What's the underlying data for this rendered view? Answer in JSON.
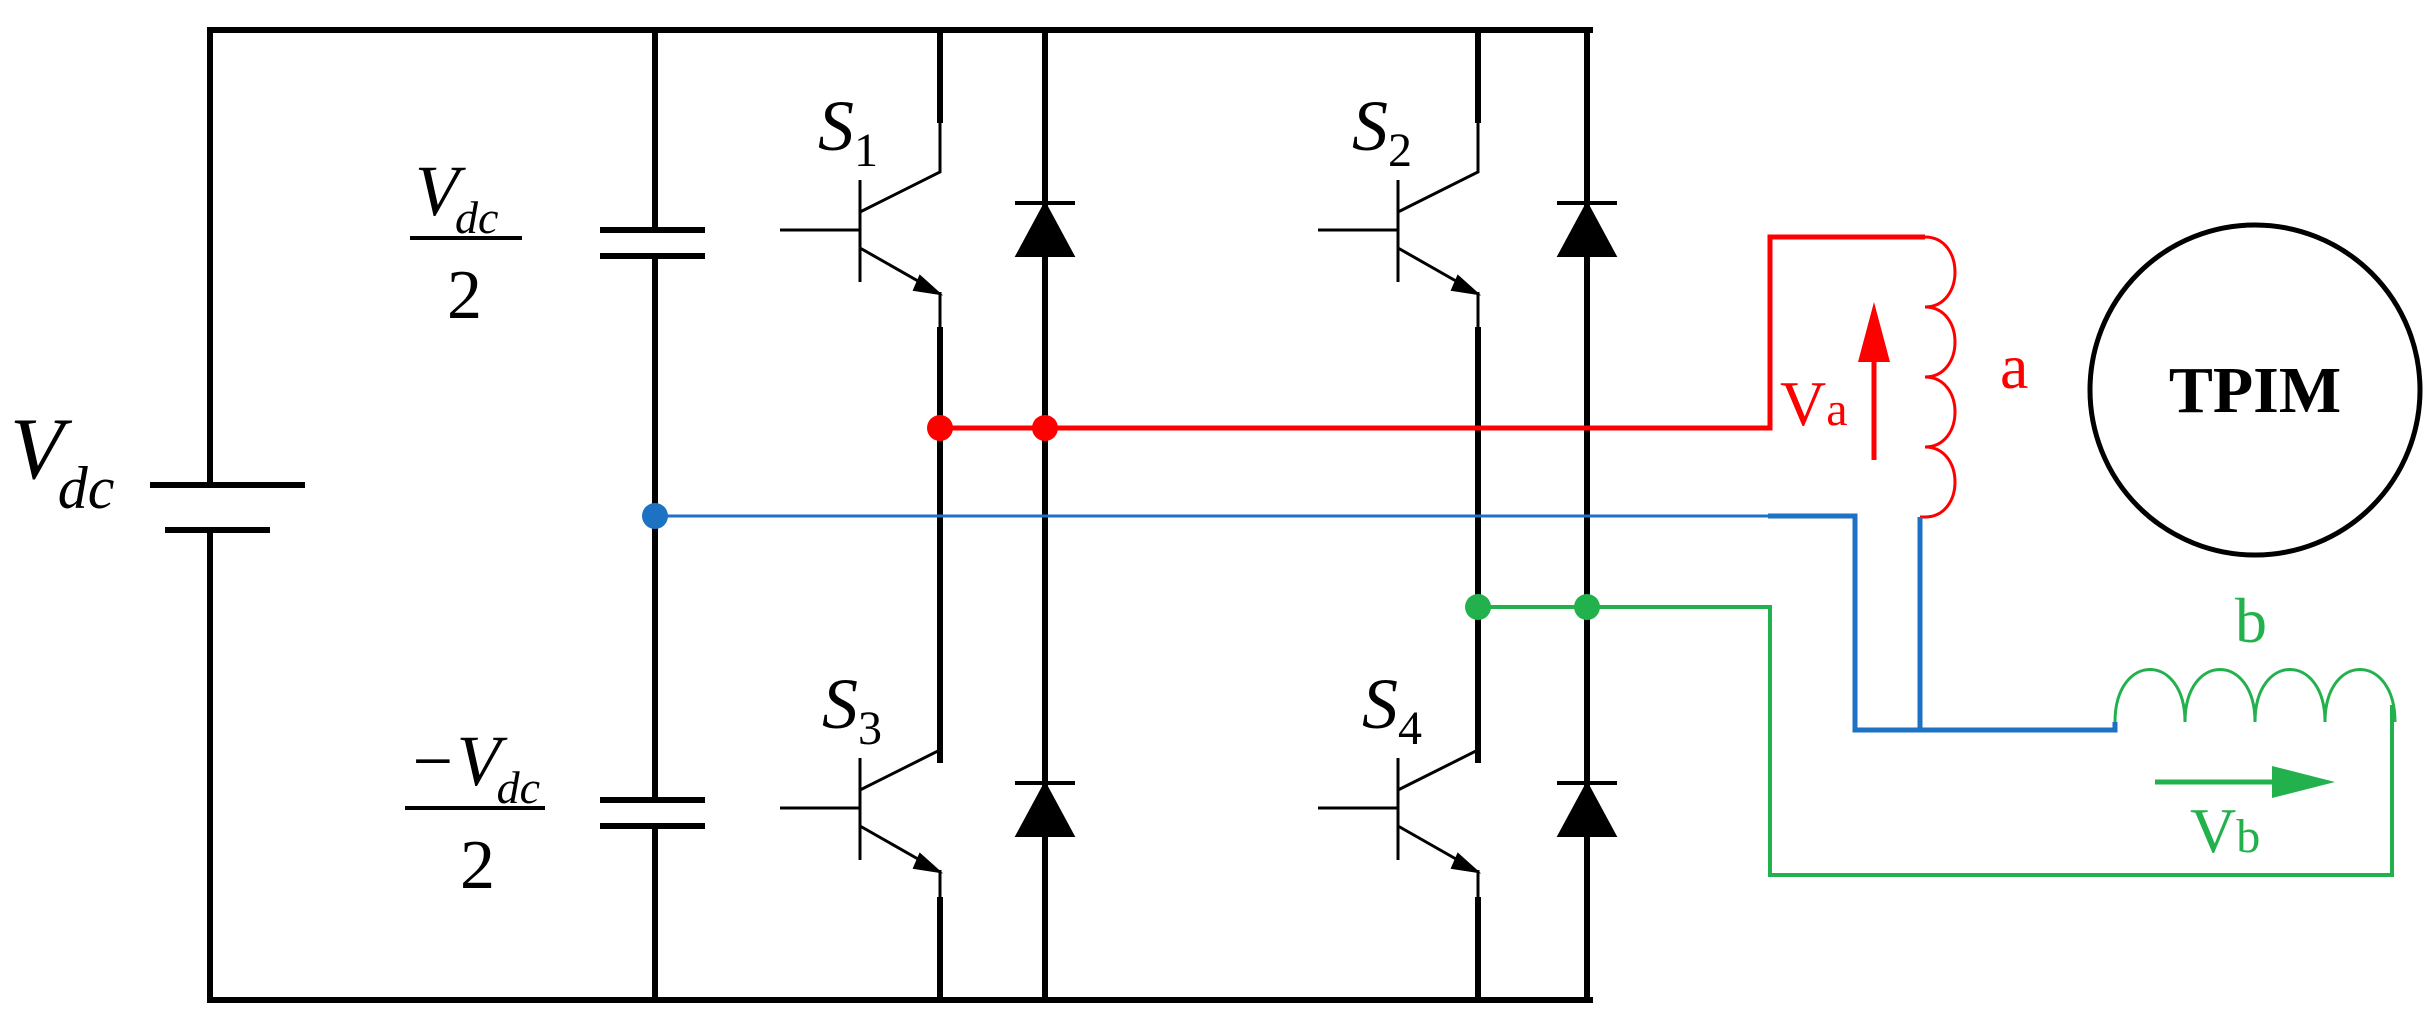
{
  "colors": {
    "wire": "#000000",
    "phase_a": "#ff0000",
    "phase_b": "#22b14c",
    "neutral": "#1e72c4",
    "background": "#ffffff"
  },
  "labels": {
    "vdc_main": "V",
    "vdc_main_sub": "dc",
    "cap_top_num": "V",
    "cap_top_num_sub": "dc",
    "cap_top_den": "2",
    "cap_bot_num": "−V",
    "cap_bot_num_sub": "dc",
    "cap_bot_den": "2",
    "s1": "S",
    "s1_sub": "1",
    "s2": "S",
    "s2_sub": "2",
    "s3": "S",
    "s3_sub": "3",
    "s4": "S",
    "s4_sub": "4",
    "va": "V",
    "va_sub": "a",
    "vb": "V",
    "vb_sub": "b",
    "winding_a": "a",
    "winding_b": "b",
    "motor": "TPIM"
  },
  "icons": {
    "battery": "dc-source-icon",
    "capacitor": "capacitor-icon",
    "transistor": "igbt-icon",
    "diode": "diode-icon",
    "inductor": "winding-coil-icon",
    "motor": "motor-circle-icon"
  }
}
